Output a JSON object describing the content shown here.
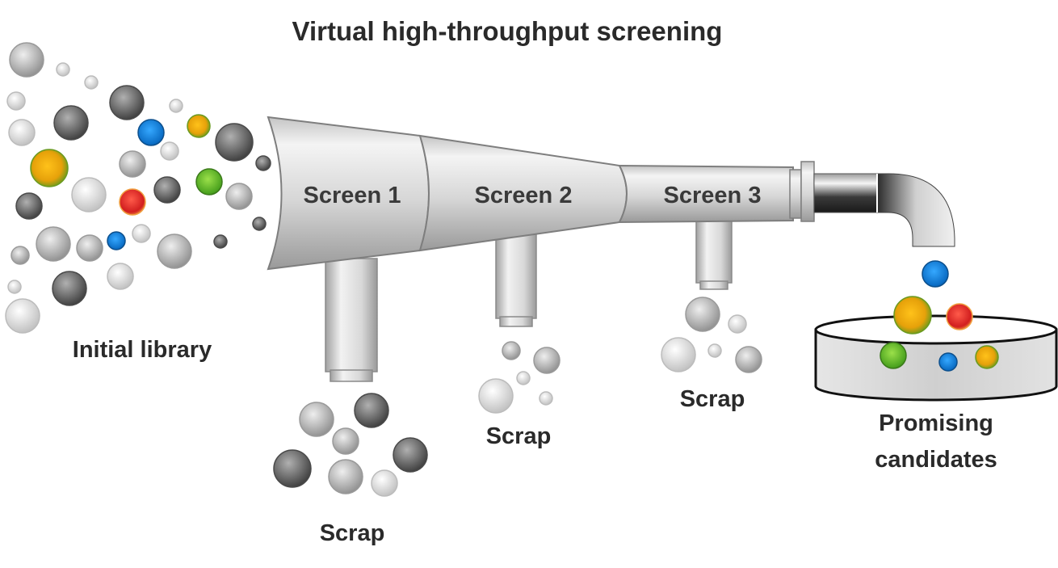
{
  "title": "Virtual high-throughput screening",
  "screens": [
    "Screen 1",
    "Screen 2",
    "Screen 3"
  ],
  "labels": {
    "initial_library": "Initial library",
    "scrap": "Scrap",
    "promising_line1": "Promising",
    "promising_line2": "candidates"
  },
  "colors": {
    "blue": "#1a7fd6",
    "green": "#5cb82e",
    "red": "#d92a2a",
    "gold": "#e8b10c",
    "dark": "#5a5a5a",
    "mid": "#a8a8a8",
    "light": "#dedede"
  }
}
